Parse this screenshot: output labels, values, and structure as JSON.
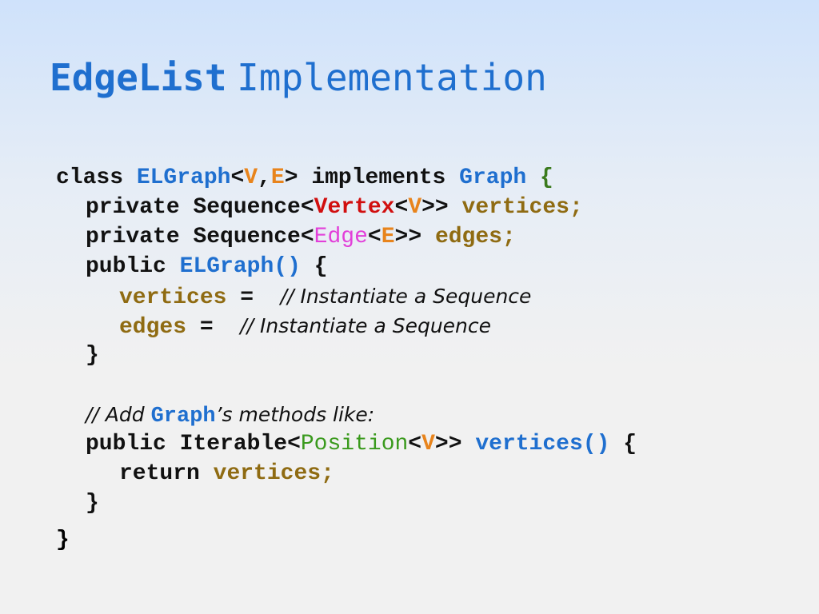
{
  "slide": {
    "title_code": "EdgeList",
    "title_rest": "Implementation"
  },
  "code": {
    "line1": {
      "kw_class": "class",
      "class_name": "ELGraph",
      "lt": "<",
      "param_v": "V",
      "comma": ",",
      "param_e": "E",
      "gt": ">",
      "kw_implements": "implements",
      "iface": "Graph",
      "open_brace": "{"
    },
    "line2": {
      "kw_private": "private",
      "seq_type": "Sequence<",
      "vertex_type": "Vertex",
      "lt": "<",
      "param_v": "V",
      "close": ">>",
      "field": "vertices",
      "semi": ";"
    },
    "line3": {
      "kw_private": "private",
      "seq_type": "Sequence<",
      "edge_type": "Edge",
      "lt": "<",
      "param_e": "E",
      "close": ">>",
      "field": "edges",
      "semi": ";"
    },
    "line4": {
      "kw_public": "public",
      "ctor": "ELGraph()",
      "open_brace": "{"
    },
    "line5": {
      "field": "vertices",
      "assign": "=",
      "comment": "// Instantiate a Sequence"
    },
    "line6": {
      "field": "edges",
      "assign": "=",
      "comment": "// Instantiate a Sequence"
    },
    "line7": {
      "close_brace": "}"
    },
    "line8": {
      "comment_prefix": "// Add",
      "comment_code": "Graph",
      "comment_suffix": "’s methods like:"
    },
    "line9": {
      "kw_public": "public",
      "iter_type": "Iterable<",
      "pos_type": "Position",
      "lt": "<",
      "param_v": "V",
      "close": ">>",
      "method": "vertices()",
      "open_brace": "{"
    },
    "line10": {
      "kw_return": "return",
      "field": "vertices",
      "semi": ";"
    },
    "line11": {
      "close_brace": "}"
    },
    "final_brace": "}"
  },
  "colors": {
    "type_blue": "#1f6fcf",
    "param_orange": "#e8841c",
    "var_olive": "#8f6b12",
    "vertex_red": "#d10f0f",
    "edge_pink": "#e23fd9",
    "position_green": "#3a9a1d"
  }
}
